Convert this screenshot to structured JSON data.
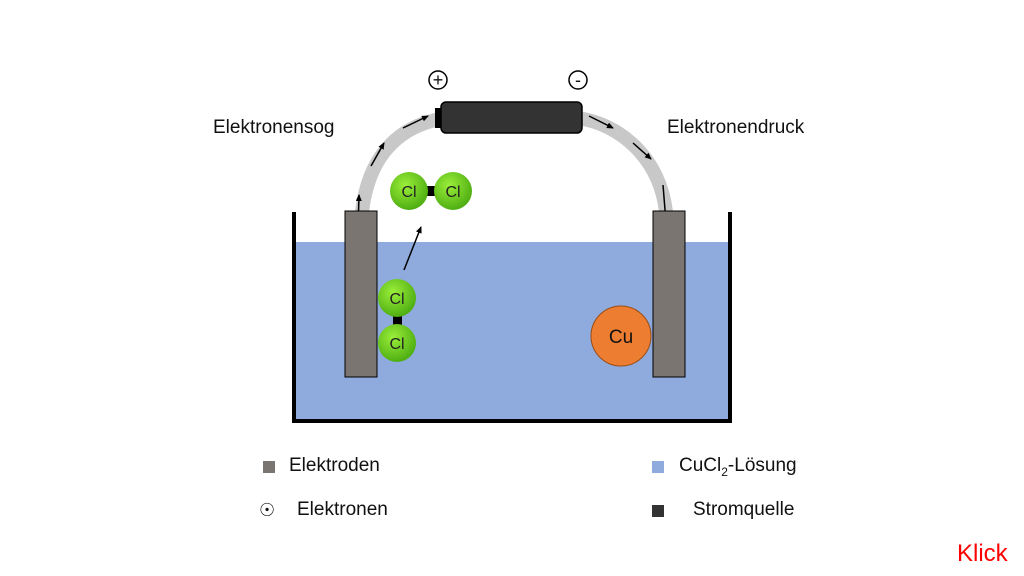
{
  "labels": {
    "plus": "+",
    "minus": "-",
    "left_side": "Elektronensog",
    "right_side": "Elektronendruck",
    "chlorine": "Cl",
    "copper": "Cu"
  },
  "legend": {
    "electrodes": "Elektroden",
    "solution_prefix": "CuCl",
    "solution_sub": "2",
    "solution_suffix": "-Lösung",
    "electrons_symbol": "☉",
    "electrons": "Elektronen",
    "power_source": "Stromquelle"
  },
  "nav": {
    "next": "Klick"
  },
  "colors": {
    "electrode": "#7a7571",
    "solution": "#8faadc",
    "power_source": "#333333",
    "wire": "#c8c8c8",
    "chlorine": "#66cc22",
    "copper": "#ed7d31",
    "klick": "#ff0000"
  }
}
